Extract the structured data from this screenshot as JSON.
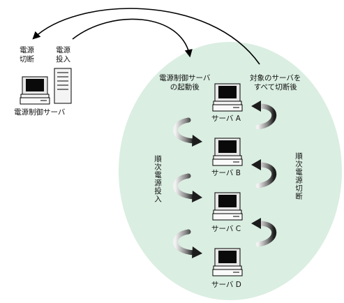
{
  "labels": {
    "power_off": "電源\n切断",
    "power_on": "電源\n投入",
    "control_server": "電源制御サーバ",
    "after_start": "電源制御サーバ\nの起動後",
    "after_all_off": "対象のサーバを\nすべて切断後",
    "sequential_on": "順次電源投入",
    "sequential_off": "順次電源切断"
  },
  "servers": [
    {
      "name": "サーバ A"
    },
    {
      "name": "サーバ B"
    },
    {
      "name": "サーバ C"
    },
    {
      "name": "サーバ D"
    }
  ],
  "colors": {
    "cluster_fill": "#daeee2",
    "arrow_dark": "#1c1c1c",
    "arrow_light": "#f2f2f2"
  },
  "icons": {
    "server_tower": "server-tower-icon",
    "monitor": "desktop-computer-icon",
    "curved_arrow": "curved-arrow-icon"
  }
}
